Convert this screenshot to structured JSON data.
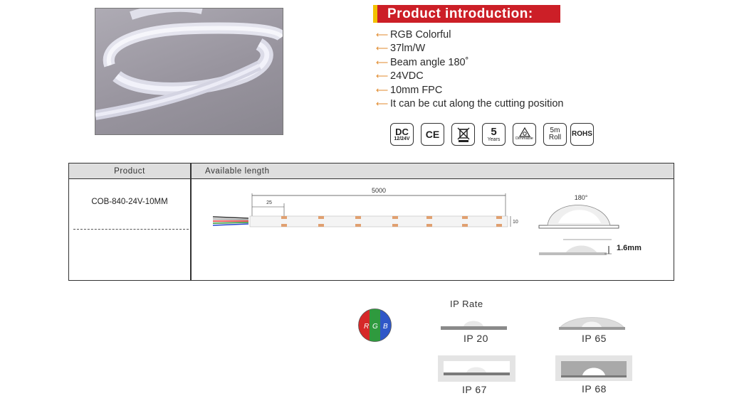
{
  "header": {
    "title": "Product introduction:"
  },
  "features": [
    "RGB Colorful",
    "37lm/W",
    "Beam angle 180˚",
    "24VDC",
    "10mm FPC",
    "It can be cut along the cutting  position"
  ],
  "certifications": {
    "dc": {
      "top": "DC",
      "bottom": "12/24V"
    },
    "ce": "CE",
    "weee_icon": "crossed-bin-icon",
    "warranty": {
      "top": "5",
      "bottom": "Years"
    },
    "dimmable": {
      "bottom": "Dimmable"
    },
    "roll": {
      "top": "5m",
      "bottom": "Roll"
    },
    "rohs": "ROHS"
  },
  "table": {
    "col_product": "Product",
    "col_length": "Available length",
    "product_name": "COB-840-24V-10MM",
    "dim_total": "5000",
    "dim_segment": "25",
    "dim_width": "10",
    "beam_angle": "180°",
    "thickness": "1.6mm"
  },
  "rgb": {
    "r": "R",
    "g": "G",
    "b": "B"
  },
  "ip": {
    "title": "IP Rate",
    "ratings": [
      "IP 20",
      "IP 65",
      "IP 67",
      "IP 68"
    ]
  },
  "colors": {
    "banner": "#cc1f27",
    "accent": "#f2c200",
    "arrow": "#e08a2c"
  }
}
